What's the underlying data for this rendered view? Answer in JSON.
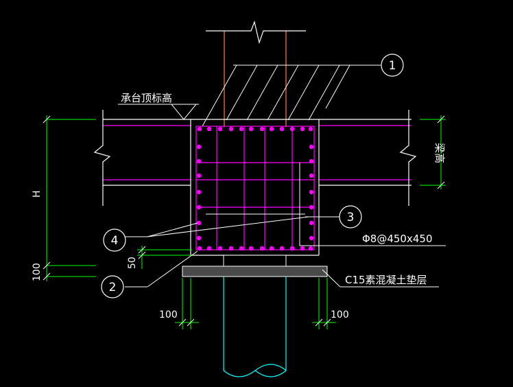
{
  "diagram": {
    "labels": {
      "cap_top_elevation": "承台顶标高",
      "beam_height": "梁高",
      "stirrup_spec": "Φ8@450x450",
      "cushion": "C15素混凝土垫层"
    },
    "dimensions": {
      "height": "H",
      "cushion_thickness": "100",
      "cover": "50",
      "left_offset": "100",
      "right_offset": "100"
    },
    "markers": [
      "1",
      "2",
      "3",
      "4"
    ],
    "colors": {
      "background": "#000000",
      "rebar": "#ff00ff",
      "dimension": "#00ff00",
      "outline": "#ffffff",
      "pile": "#00ffff",
      "column": "#ff8040"
    }
  }
}
